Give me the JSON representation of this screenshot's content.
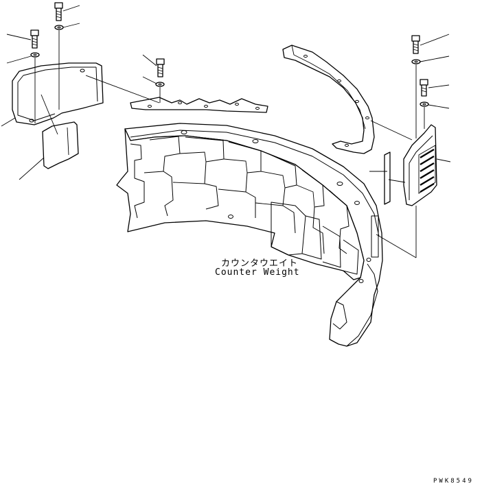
{
  "diagram": {
    "label_jp": "カウンタウエイト",
    "label_en": "Counter Weight",
    "drawing_code": "PWK8549"
  }
}
